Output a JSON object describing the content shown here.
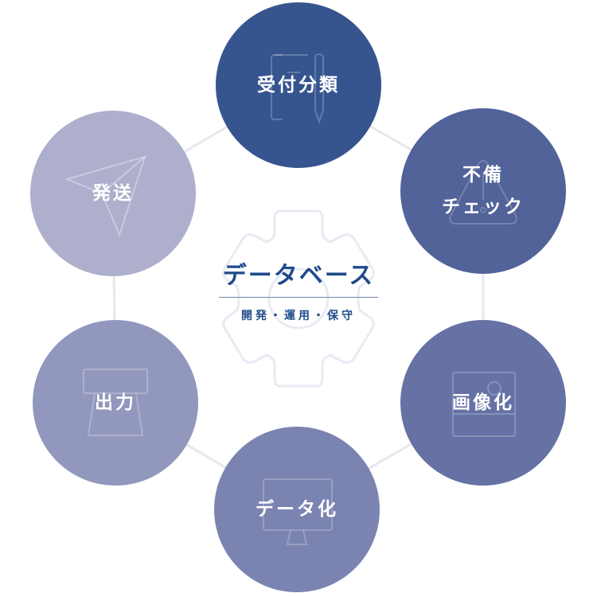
{
  "center": {
    "title": "データベース",
    "subtitle": "開発・運用・保守"
  },
  "nodes": [
    {
      "label": "受付分類",
      "icon": "document-pen-icon",
      "color": "#36558f"
    },
    {
      "label": "不備\nチェック",
      "icon": "warning-icon",
      "color": "#52639a"
    },
    {
      "label": "画像化",
      "icon": "scanner-icon",
      "color": "#6672a4"
    },
    {
      "label": "データ化",
      "icon": "monitor-icon",
      "color": "#7b84b1"
    },
    {
      "label": "出力",
      "icon": "printer-icon",
      "color": "#9297bd"
    },
    {
      "label": "発送",
      "icon": "paper-plane-icon",
      "color": "#adafcc"
    }
  ]
}
